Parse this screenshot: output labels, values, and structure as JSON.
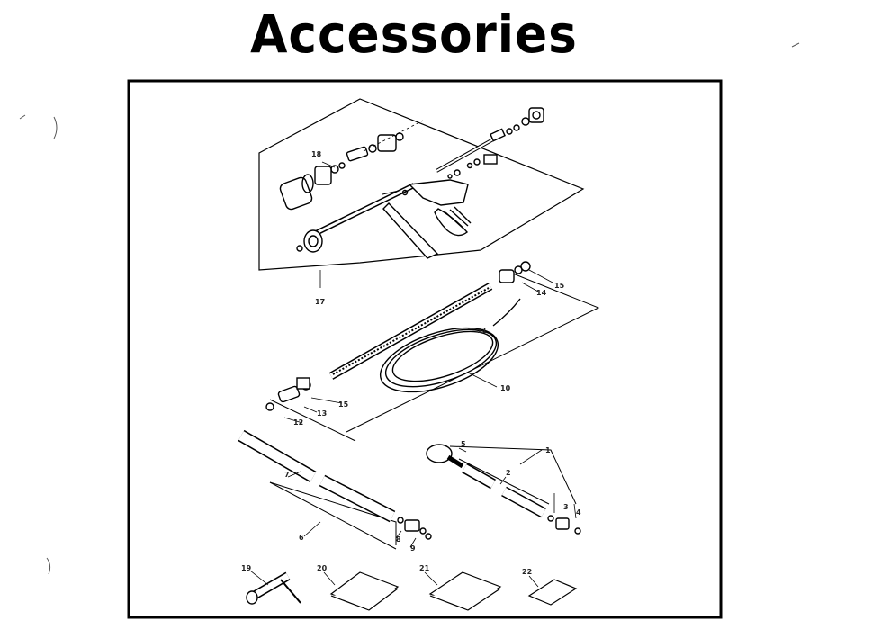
{
  "page": {
    "title": "Accessories"
  },
  "diagram": {
    "callouts": [
      {
        "id": "c1",
        "label": "1"
      },
      {
        "id": "c2",
        "label": "2"
      },
      {
        "id": "c3",
        "label": "3"
      },
      {
        "id": "c4",
        "label": "4"
      },
      {
        "id": "c5",
        "label": "5"
      },
      {
        "id": "c6",
        "label": "6"
      },
      {
        "id": "c7",
        "label": "7"
      },
      {
        "id": "c8",
        "label": "8"
      },
      {
        "id": "c9",
        "label": "9"
      },
      {
        "id": "c10",
        "label": "10"
      },
      {
        "id": "c11",
        "label": "11"
      },
      {
        "id": "c12",
        "label": "12"
      },
      {
        "id": "c13",
        "label": "13"
      },
      {
        "id": "c14",
        "label": "14"
      },
      {
        "id": "c15a",
        "label": "15"
      },
      {
        "id": "c15b",
        "label": "15"
      },
      {
        "id": "c17",
        "label": "17"
      },
      {
        "id": "c18",
        "label": "18"
      },
      {
        "id": "c19",
        "label": "19"
      },
      {
        "id": "c20",
        "label": "20"
      },
      {
        "id": "c21",
        "label": "21"
      },
      {
        "id": "c22",
        "label": "22"
      }
    ]
  }
}
